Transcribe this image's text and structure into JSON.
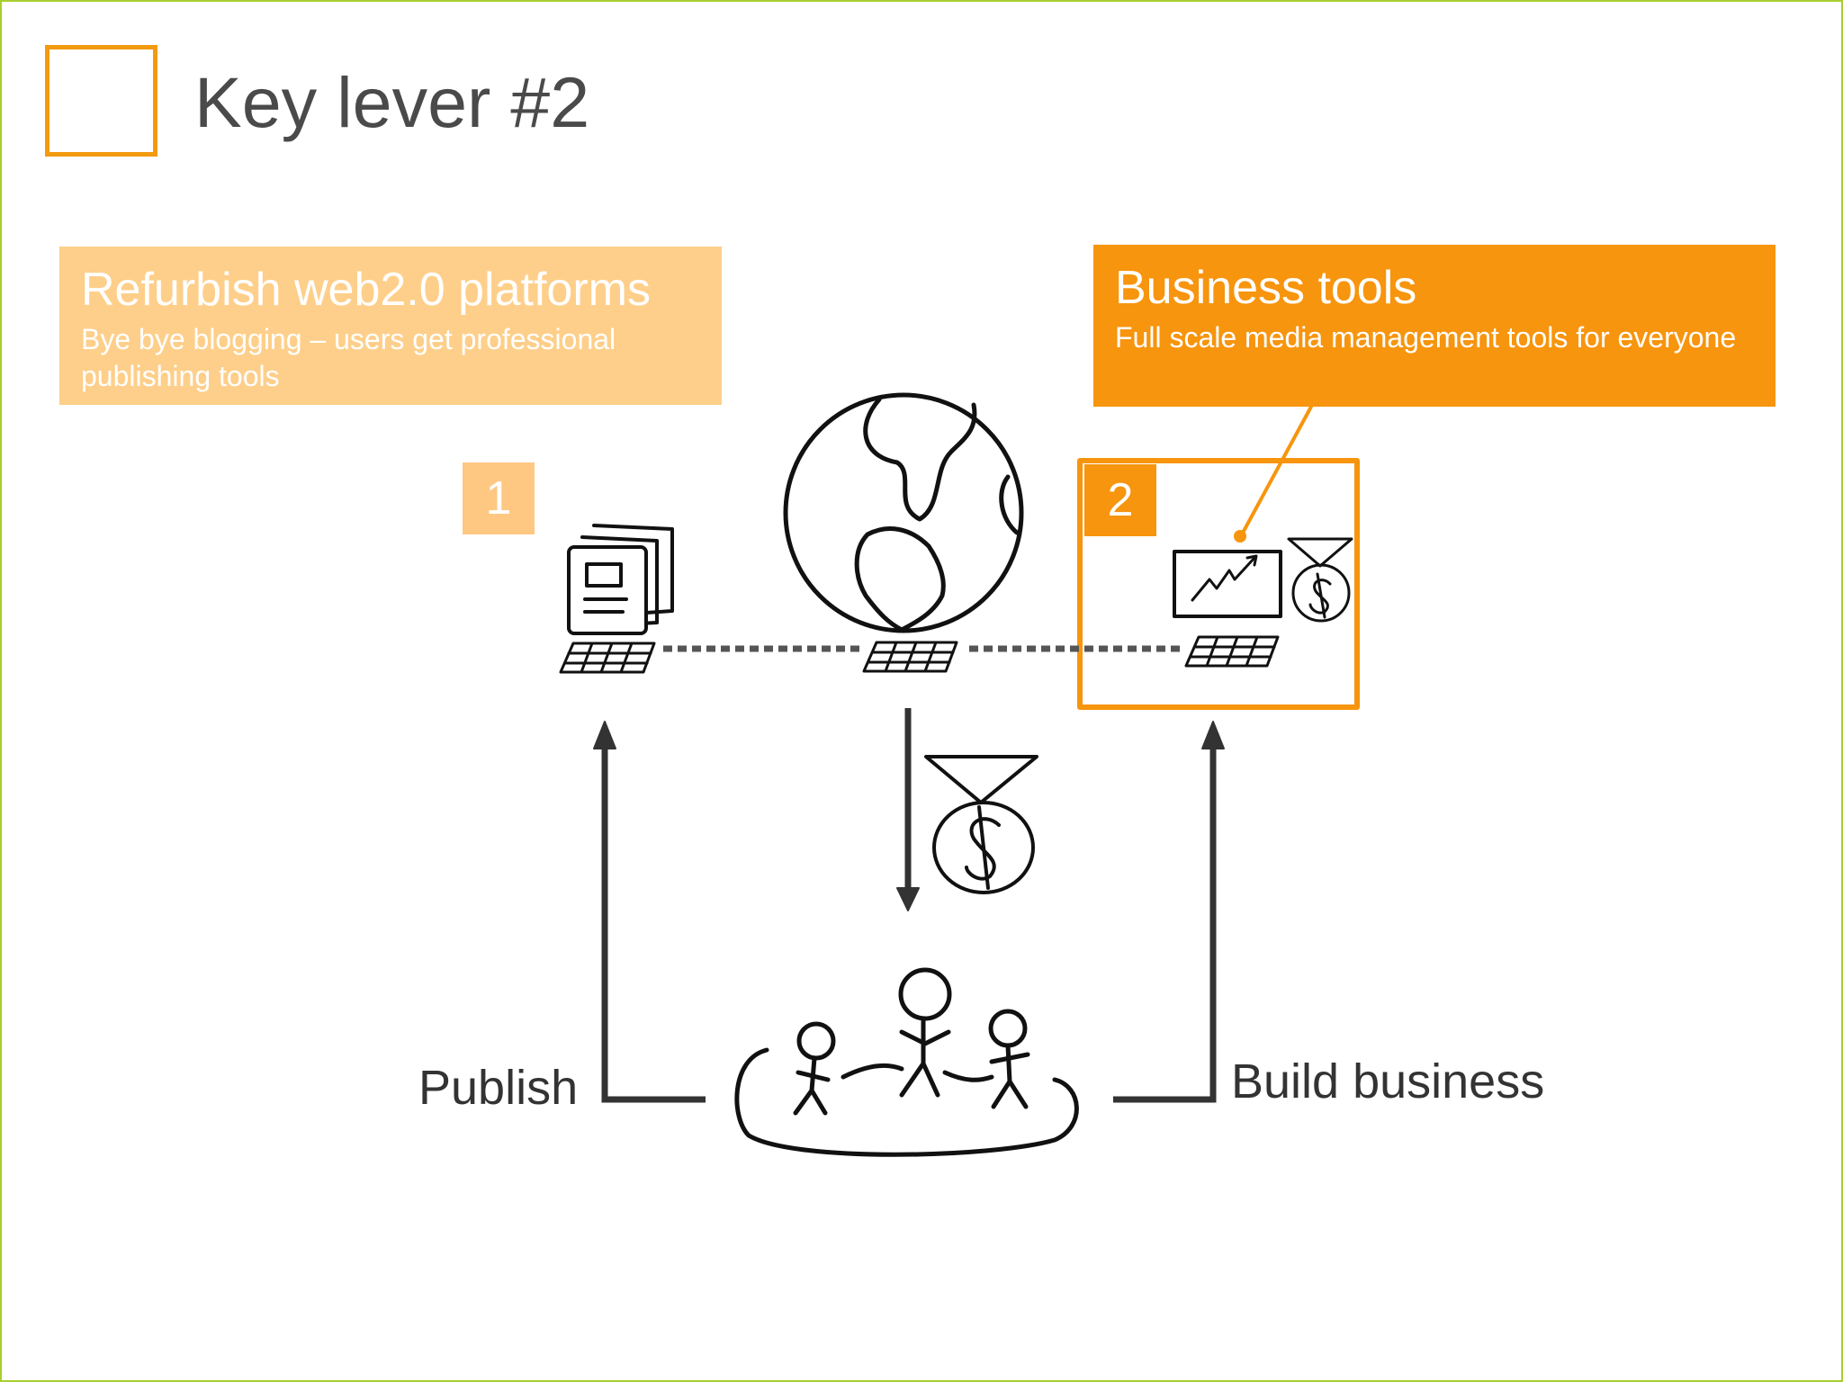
{
  "slide": {
    "title": "Key lever #2",
    "accent_color": "#f39a10",
    "border_color": "#a8cf2f"
  },
  "callouts": {
    "left": {
      "title": "Refurbish web2.0 platforms",
      "description": "Bye bye blogging – users get professional publishing tools",
      "color": "#fecf8a"
    },
    "right": {
      "title": "Business tools",
      "description": "Full scale media management  tools for everyone",
      "color": "#f7950e"
    }
  },
  "badges": {
    "one": "1",
    "two": "2"
  },
  "flow_labels": {
    "publish": "Publish",
    "build_business": "Build business"
  },
  "icons": [
    "stacked-documents-icon",
    "keyboard-icon",
    "globe-icon",
    "money-bag-icon",
    "growth-chart-icon",
    "people-community-icon",
    "arrow-up-icon",
    "arrow-down-icon"
  ]
}
